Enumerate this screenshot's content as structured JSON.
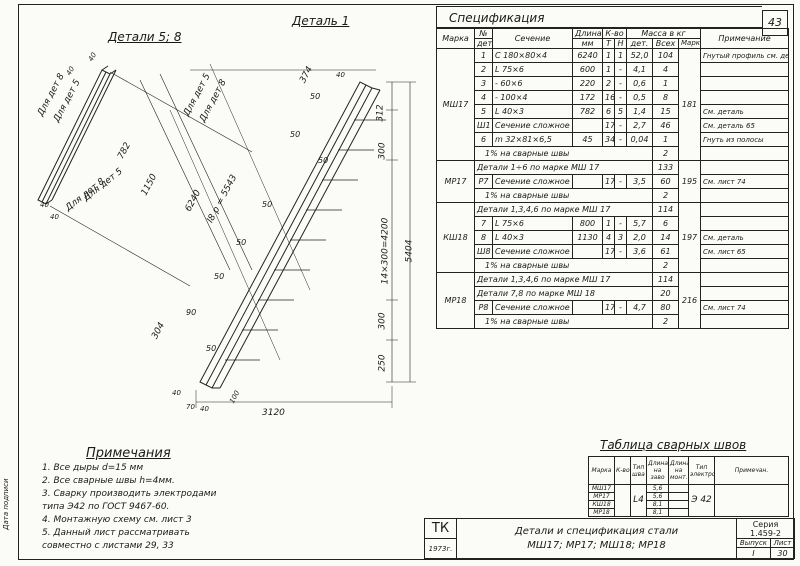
{
  "sheet_number": "43",
  "drawings": {
    "details58": {
      "title": "Детали 5; 8",
      "dims": [
        "40",
        "Для дет 8",
        "Для дет 5",
        "40",
        "Для дет 5",
        "Для дет 8",
        "40",
        "Для дет 8",
        "40",
        "Для дет 5"
      ]
    },
    "detail1": {
      "title": "Деталь 1",
      "dims": [
        "374",
        "40",
        "312",
        "50",
        "300",
        "50",
        "50",
        "50",
        "50",
        "14×300=4200",
        "5404",
        "6240",
        "l8 р = 5543",
        "50",
        "300",
        "304",
        "90",
        "50",
        "250",
        "40",
        "100",
        "70",
        "40",
        "3120"
      ],
      "side_dims": [
        "782",
        "1150"
      ]
    }
  },
  "spec": {
    "title": "Спецификация",
    "header": {
      "marka": "Марка",
      "no": "№",
      "det": "дет",
      "sechenie": "Сечение",
      "dlina": "Длина",
      "mm": "мм",
      "kvo": "К-во",
      "t": "Т",
      "n": "Н",
      "massa": "Масса в кг",
      "det_mass": "дет.",
      "vsekh": "Всех",
      "marki": "Марки",
      "primechanie": "Примечание"
    },
    "blocks": [
      {
        "marka": "МШ17",
        "mass": "181",
        "rows": [
          {
            "no": "1",
            "sec": "С 180×80×4",
            "len": "6240",
            "t": "1",
            "n": "1",
            "m": "52,0",
            "all": "104",
            "note": "Гнутый профиль см. деталь"
          },
          {
            "no": "2",
            "sec": "L 75×6",
            "len": "600",
            "t": "1",
            "n": "-",
            "m": "4,1",
            "all": "4",
            "note": ""
          },
          {
            "no": "3",
            "sec": "- 60×6",
            "len": "220",
            "t": "2",
            "n": "-",
            "m": "0,6",
            "all": "1",
            "note": ""
          },
          {
            "no": "4",
            "sec": "- 100×4",
            "len": "172",
            "t": "16",
            "n": "-",
            "m": "0,5",
            "all": "8",
            "note": ""
          },
          {
            "no": "5",
            "sec": "L 40×3",
            "len": "782",
            "t": "6",
            "n": "5",
            "m": "1,4",
            "all": "15",
            "note": "См. деталь"
          },
          {
            "no": "Ш1",
            "sec": "Сечение сложное",
            "len": "",
            "t": "17",
            "n": "-",
            "m": "2,7",
            "all": "46",
            "note": "См. деталь 65"
          },
          {
            "no": "6",
            "sec": "m 32×81×6,5",
            "len": "45",
            "t": "34",
            "n": "-",
            "m": "0,04",
            "all": "1",
            "note": "Гнуть из полосы"
          }
        ],
        "total_label": "1% на сварные швы",
        "total_val": "2"
      },
      {
        "marka": "МР17",
        "mass": "195",
        "rows": [
          {
            "no": "",
            "sec": "Детали 1÷6 по марке МШ 17",
            "len": "",
            "t": "",
            "n": "",
            "m": "",
            "all": "133",
            "note": "",
            "span": true
          },
          {
            "no": "Р7",
            "sec": "Сечение сложное",
            "len": "",
            "t": "17",
            "n": "-",
            "m": "3,5",
            "all": "60",
            "note": "См. лист 74"
          }
        ],
        "total_label": "1% на сварные швы",
        "total_val": "2"
      },
      {
        "marka": "КШ18",
        "mass": "197",
        "rows": [
          {
            "no": "",
            "sec": "Детали 1,3,4,6 по марке МШ 17",
            "len": "",
            "t": "",
            "n": "",
            "m": "",
            "all": "114",
            "note": "",
            "span": true
          },
          {
            "no": "7",
            "sec": "L 75×6",
            "len": "800",
            "t": "1",
            "n": "-",
            "m": "5,7",
            "all": "6",
            "note": ""
          },
          {
            "no": "8",
            "sec": "L 40×3",
            "len": "1130",
            "t": "4",
            "n": "3",
            "m": "2,0",
            "all": "14",
            "note": "См. деталь"
          },
          {
            "no": "Ш8",
            "sec": "Сечение сложное",
            "len": "",
            "t": "17",
            "n": "-",
            "m": "3,6",
            "all": "61",
            "note": "См. лист 65"
          }
        ],
        "total_label": "1% на сварные швы",
        "total_val": "2"
      },
      {
        "marka": "МР18",
        "mass": "216",
        "rows": [
          {
            "no": "",
            "sec": "Детали 1,3,4,6 по марке МШ 17",
            "len": "",
            "t": "",
            "n": "",
            "m": "",
            "all": "114",
            "note": "",
            "span": true
          },
          {
            "no": "",
            "sec": "Детали 7,8 по марке МШ 18",
            "len": "",
            "t": "",
            "n": "",
            "m": "",
            "all": "20",
            "note": "",
            "span": true
          },
          {
            "no": "Р8",
            "sec": "Сечение сложное",
            "len": "",
            "t": "17",
            "n": "-",
            "m": "4,7",
            "all": "80",
            "note": "См. лист 74"
          }
        ],
        "total_label": "1% на сварные швы",
        "total_val": "2"
      }
    ]
  },
  "notes": {
    "title": "Примечания",
    "items": [
      "1. Все дыры d=15 мм",
      "2. Все сварные швы h=4мм.",
      "3. Сварку производить электродами",
      "    типа Э42 по ГОСТ 9467-60.",
      "4. Монтажную схему см. лист 3",
      "5. Данный лист рассматривать",
      "    совместно с листами 29, 33"
    ]
  },
  "weld_table": {
    "title": "Таблица сварных швов",
    "headers": [
      "Марка",
      "К-во",
      "Тип шва",
      "Длина на заво",
      "Длина на монт.",
      "Тип электрода",
      "Примечан."
    ],
    "type_val": "L4",
    "electrode": "Э 42",
    "rows": [
      {
        "marka": "МШ17",
        "len": "5,6"
      },
      {
        "marka": "МР17",
        "len": "5,6"
      },
      {
        "marka": "КШ18",
        "len": "8,1"
      },
      {
        "marka": "МР18",
        "len": "8,1"
      }
    ]
  },
  "title_block": {
    "org": "ТК",
    "year": "1973г.",
    "title_line1": "Детали и спецификация стали",
    "title_line2": "МШ17; МР17; МШ18; МР18",
    "seria_label": "Серия",
    "seria_val": "1.459-2",
    "vypusk_label": "Выпуск",
    "list_label": "Лист",
    "vypusk_val": "I",
    "list_val": "30"
  },
  "left_margin_text": "Дата подписи"
}
